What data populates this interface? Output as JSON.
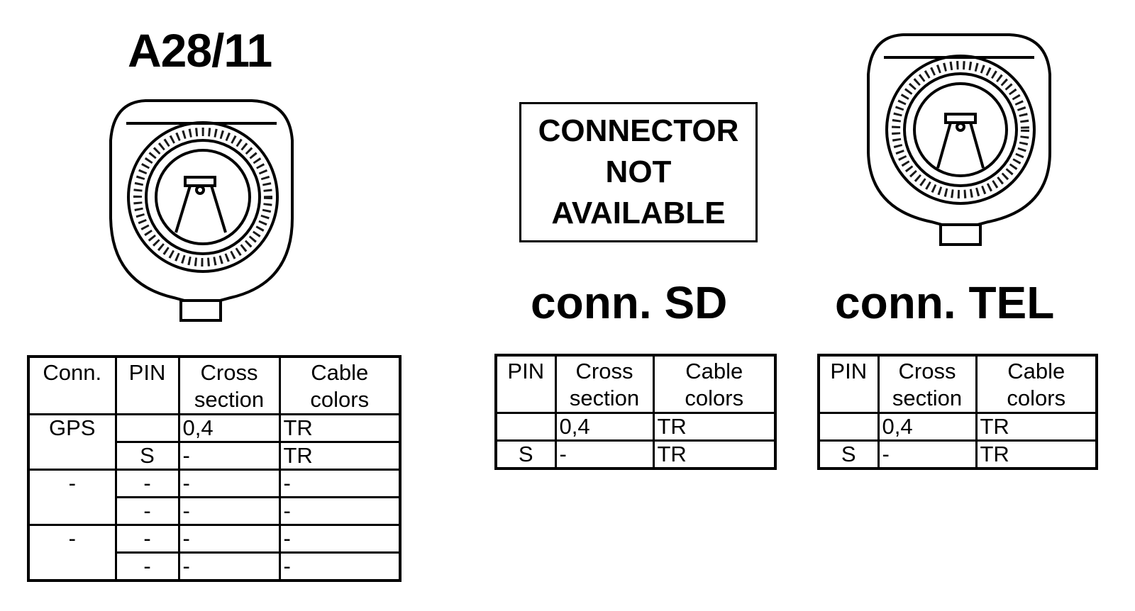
{
  "a28": {
    "title": "A28/11",
    "headers": [
      "Conn.",
      "PIN",
      "Cross section",
      "Cable colors"
    ],
    "groups": [
      {
        "conn": "GPS",
        "rows": [
          [
            "",
            "0,4",
            "TR"
          ],
          [
            "S",
            "-",
            "TR"
          ]
        ]
      },
      {
        "conn": "-",
        "rows": [
          [
            "-",
            "-",
            "-"
          ],
          [
            "-",
            "-",
            "-"
          ]
        ]
      },
      {
        "conn": "-",
        "rows": [
          [
            "-",
            "-",
            "-"
          ],
          [
            "-",
            "-",
            "-"
          ]
        ]
      }
    ]
  },
  "sd": {
    "notice_lines": [
      "CONNECTOR",
      "NOT",
      "AVAILABLE"
    ],
    "title": "conn. SD",
    "headers": [
      "PIN",
      "Cross section",
      "Cable colors"
    ],
    "rows": [
      [
        "",
        "0,4",
        "TR"
      ],
      [
        "S",
        "-",
        "TR"
      ]
    ]
  },
  "tel": {
    "title": "conn. TEL",
    "headers": [
      "PIN",
      "Cross section",
      "Cable colors"
    ],
    "rows": [
      [
        "",
        "0,4",
        "TR"
      ],
      [
        "S",
        "-",
        "TR"
      ]
    ]
  }
}
